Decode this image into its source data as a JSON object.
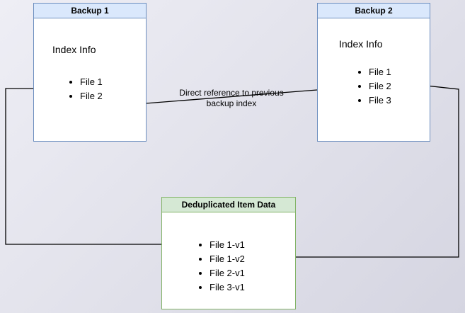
{
  "diagram": {
    "backup1": {
      "title": "Backup 1",
      "subtitle": "Index Info",
      "files": [
        "File 1",
        "File 2"
      ]
    },
    "backup2": {
      "title": "Backup 2",
      "subtitle": "Index Info",
      "files": [
        "File 1",
        "File 2",
        "File 3"
      ]
    },
    "dedup": {
      "title": "Deduplicated Item Data",
      "items": [
        "File 1-v1",
        "File 1-v2",
        "File 2-v1",
        "File 3-v1"
      ]
    },
    "annotation": "Direct reference to previous backup index",
    "colors": {
      "blue_fill": "#dae8fc",
      "blue_border": "#6c8ebf",
      "green_fill": "#d5e8d4",
      "green_border": "#82b366",
      "line_color": "#000000"
    }
  }
}
